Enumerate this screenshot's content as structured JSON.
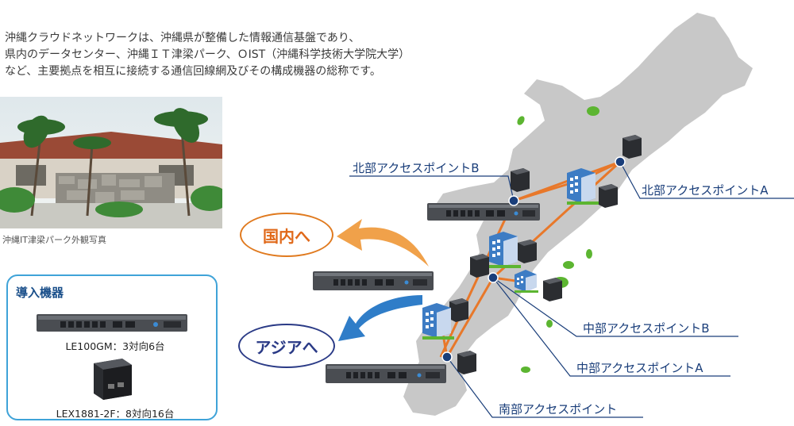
{
  "intro": {
    "line1": "沖縄クラウドネットワークは、沖縄県が整備した情報通信基盤であり、",
    "line2": "県内のデータセンター、沖縄ＩＴ津梁パーク、ＯIST（沖縄科学技術大学院大学）",
    "line3": "など、主要拠点を相互に接続する通信回線網及びその構成機器の総称です。"
  },
  "photo": {
    "caption": "沖縄IT津梁パーク外観写真"
  },
  "equipment": {
    "title": "導入機器",
    "le100gm": "LE100GM：3対向6台",
    "lex1881": "LEX1881-2F：8対向16台"
  },
  "directions": {
    "domestic": "国内へ",
    "asia": "アジアへ"
  },
  "access_points": {
    "north_b": "北部アクセスポイントB",
    "north_a": "北部アクセスポイントA",
    "central_b": "中部アクセスポイントB",
    "central_a": "中部アクセスポイントA",
    "south": "南部アクセスポイント"
  },
  "colors": {
    "link": "#e8782a",
    "node": "#1a3e7a",
    "map": "#c8c8c8",
    "leader": "#1a3e7a",
    "island": "#5cb531"
  }
}
